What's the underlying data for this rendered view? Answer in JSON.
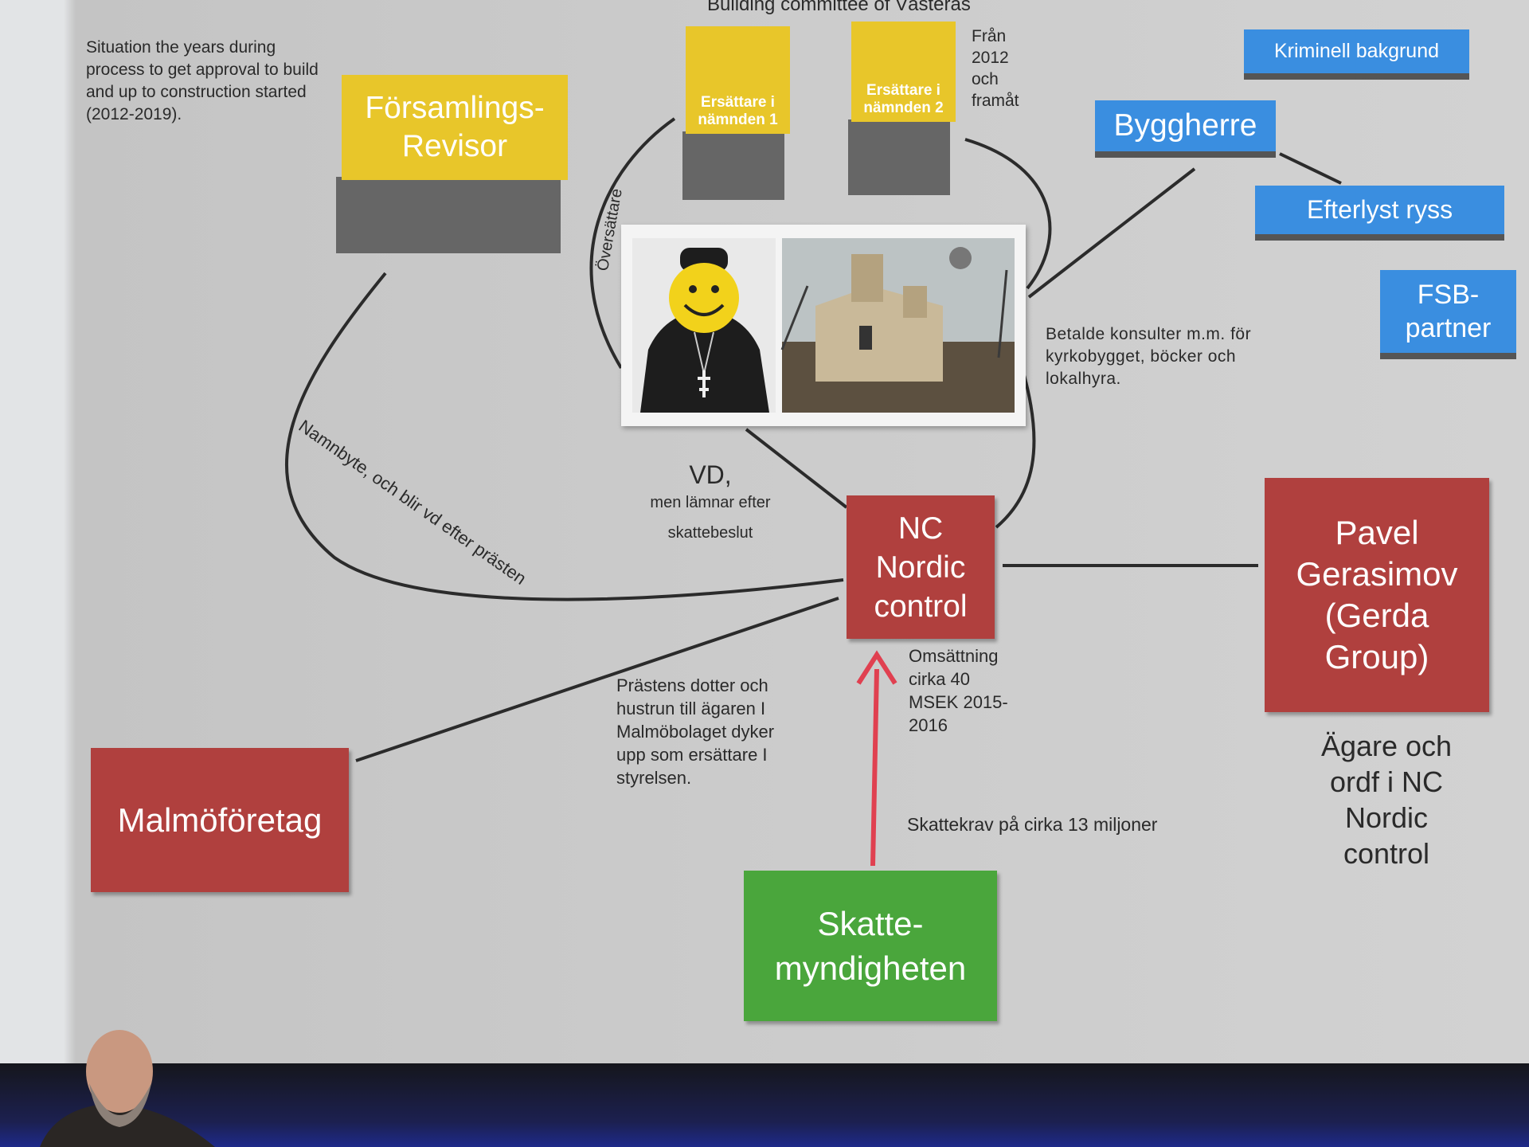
{
  "title": "Building committee of Västerås",
  "note": "Situation the years during process to get approval to build and up to construction started (2012-2019).",
  "nodes": {
    "revisor": "Församlings-Revisor",
    "ersattare1": "Ersättare i nämnden 1",
    "ersattare2": "Ersättare i nämnden 2",
    "kriminell": "Kriminell bakgrund",
    "byggherre": "Byggherre",
    "efterlyst": "Efterlyst ryss",
    "fsb": "FSB-partner",
    "nc": "NC Nordic control",
    "pavel": "Pavel Gerasimov (Gerda Group)",
    "malmo": "Malmöföretag",
    "skatt": "Skatte-myndigheten"
  },
  "labels": {
    "fran": "Från 2012 och framåt",
    "oversattare": "Översättare",
    "betalde": "Betalde konsulter m.m. för kyrkobygget, böcker och lokalhyra.",
    "vd": "VD,",
    "vd_sub1": "men lämnar efter",
    "vd_sub2": "skattebeslut",
    "namnbyte": "Namnbyte, och blir vd efter prästen",
    "omsattning": "Omsättning cirka 40 MSEK 2015-2016",
    "prastens": "Prästens dotter och hustrun till ägaren I Malmöbolaget dyker upp som ersättare I styrelsen.",
    "skattekrav": "Skattekrav på cirka 13 miljoner",
    "agare": "Ägare och ordf i NC Nordic control"
  },
  "colors": {
    "yellow": "#e8c62a",
    "blue": "#3a8ee0",
    "red": "#b0403e",
    "green": "#4aa63c"
  }
}
